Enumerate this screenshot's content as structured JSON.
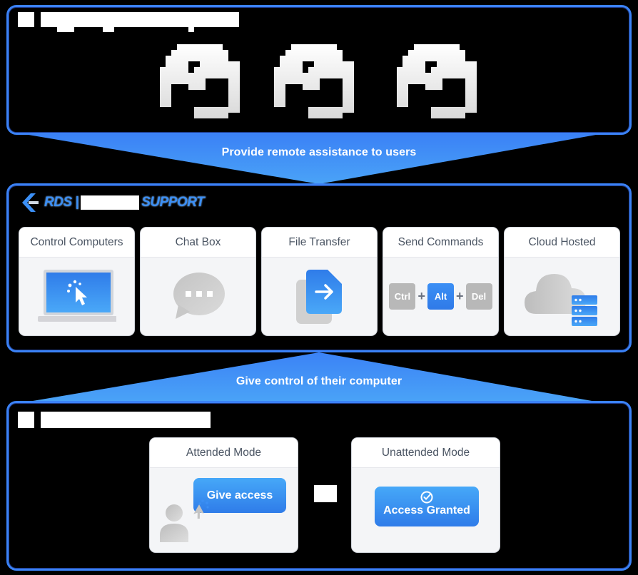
{
  "top_panel": {
    "title": "[redacted]",
    "icons": [
      "user-avatar-icon",
      "user-avatar-icon",
      "user-avatar-icon"
    ]
  },
  "funnel_down": {
    "label": "Provide remote assistance to users"
  },
  "middle_panel": {
    "logo": {
      "prefix": "RDS |",
      "middle": "[redacted]",
      "suffix": "SUPPORT"
    },
    "features": [
      {
        "label": "Control Computers",
        "icon": "laptop-cursor-icon"
      },
      {
        "label": "Chat Box",
        "icon": "chat-bubble-icon"
      },
      {
        "label": "File Transfer",
        "icon": "file-transfer-icon"
      },
      {
        "label": "Send Commands",
        "icon": "keyboard-shortcut-icon",
        "keys": [
          "Ctrl",
          "Alt",
          "Del"
        ],
        "plus": "+"
      },
      {
        "label": "Cloud Hosted",
        "icon": "cloud-server-icon"
      }
    ]
  },
  "funnel_up": {
    "label": "Give control of their computer"
  },
  "bottom_panel": {
    "title": "[redacted]",
    "modes": [
      {
        "label": "Attended Mode",
        "button": "Give access"
      },
      {
        "label": "Unattended Mode",
        "button": "Access Granted"
      }
    ]
  },
  "colors": {
    "accent": "#3b82f6",
    "accent_light": "#46a8f8",
    "card_bg": "#f4f5f7",
    "icon_gray": "#b8b8b8"
  }
}
